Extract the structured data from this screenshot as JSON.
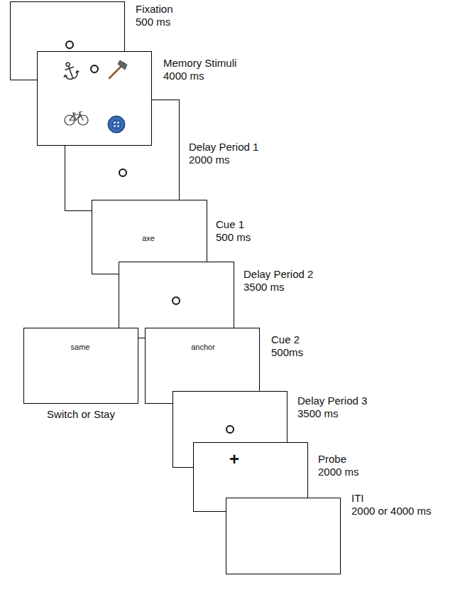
{
  "diagram": {
    "nodes": [
      {
        "text": [
          "Fixation",
          "500 ms"
        ]
      },
      {
        "text": [
          "Memory Stimuli",
          "4000 ms"
        ]
      },
      {
        "text": [
          "Delay Period 1",
          "2000 ms"
        ]
      },
      {
        "text": [
          "axe",
          "Cue 1",
          "500 ms"
        ]
      },
      {
        "text": [
          "Delay Period 2",
          "3500 ms"
        ]
      },
      {
        "text": [
          "same",
          "Switch or Stay"
        ]
      },
      {
        "text": [
          "anchor",
          "Cue 2",
          "500ms"
        ]
      },
      {
        "text": [
          "Delay Period 3",
          "3500 ms"
        ]
      },
      {
        "text": [
          "+",
          "Probe",
          "2000 ms"
        ]
      },
      {
        "text": [
          "ITI",
          "2000 or 4000 ms"
        ]
      }
    ]
  }
}
